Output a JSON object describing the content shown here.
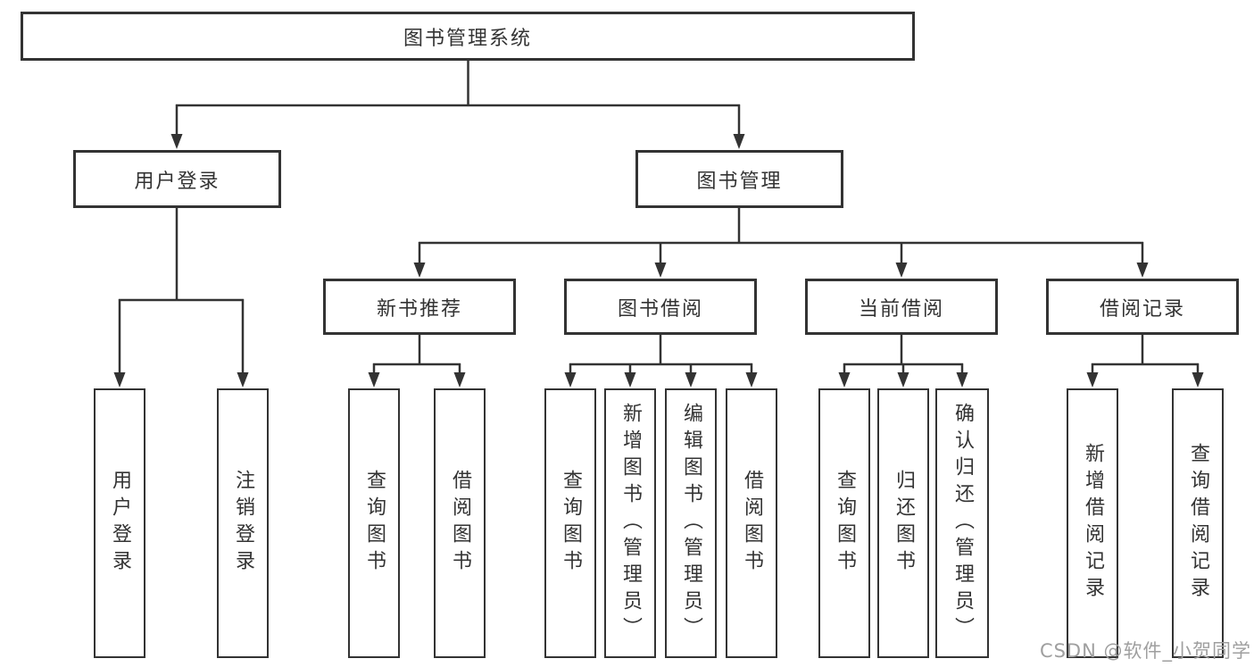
{
  "diagram": {
    "type": "hierarchy-tree",
    "title": "图书管理系统",
    "root": {
      "label": "图书管理系统"
    },
    "level2": [
      {
        "label": "用户登录"
      },
      {
        "label": "图书管理"
      }
    ],
    "level3": [
      {
        "label": "新书推荐",
        "parent": "图书管理"
      },
      {
        "label": "图书借阅",
        "parent": "图书管理"
      },
      {
        "label": "当前借阅",
        "parent": "图书管理"
      },
      {
        "label": "借阅记录",
        "parent": "图书管理"
      }
    ],
    "leaves": [
      {
        "label": "用户登录",
        "parent": "用户登录"
      },
      {
        "label": "注销登录",
        "parent": "用户登录"
      },
      {
        "label": "查询图书",
        "parent": "新书推荐"
      },
      {
        "label": "借阅图书",
        "parent": "新书推荐"
      },
      {
        "label": "查询图书",
        "parent": "图书借阅"
      },
      {
        "label": "新增图书（管理员）",
        "parent": "图书借阅"
      },
      {
        "label": "编辑图书（管理员）",
        "parent": "图书借阅"
      },
      {
        "label": "借阅图书",
        "parent": "图书借阅"
      },
      {
        "label": "查询图书",
        "parent": "当前借阅"
      },
      {
        "label": "归还图书",
        "parent": "当前借阅"
      },
      {
        "label": "确认归还（管理员）",
        "parent": "当前借阅"
      },
      {
        "label": "新增借阅记录",
        "parent": "借阅记录"
      },
      {
        "label": "查询借阅记录",
        "parent": "借阅记录"
      }
    ],
    "colors": {
      "line": "#333333",
      "box_border": "#333333",
      "box_fill": "#ffffff",
      "text": "#333333",
      "watermark": "#9f9f9f"
    }
  },
  "watermark": "CSDN @软件_小贺同学"
}
